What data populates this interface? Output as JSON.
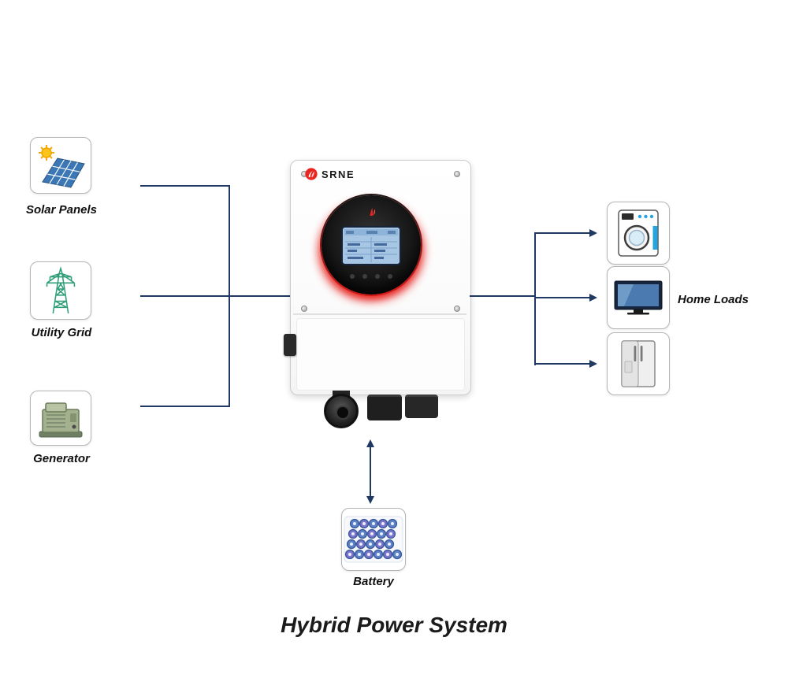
{
  "title": "Hybrid Power System",
  "inverter": {
    "brand": "SRNE"
  },
  "sources": [
    {
      "id": "solar",
      "label": "Solar Panels",
      "icon": "solar-panels-icon"
    },
    {
      "id": "utility",
      "label": "Utility Grid",
      "icon": "utility-grid-icon"
    },
    {
      "id": "generator",
      "label": "Generator",
      "icon": "generator-icon"
    }
  ],
  "loads": {
    "label": "Home Loads",
    "items": [
      {
        "id": "washing-machine",
        "icon": "washing-machine-icon"
      },
      {
        "id": "tv",
        "icon": "tv-icon"
      },
      {
        "id": "refrigerator",
        "icon": "refrigerator-icon"
      }
    ]
  },
  "battery": {
    "label": "Battery",
    "icon": "battery-icon"
  },
  "colors": {
    "line": "#1f3864",
    "accent_red": "#e8251f",
    "lcd_blue": "#a6c6e4"
  }
}
